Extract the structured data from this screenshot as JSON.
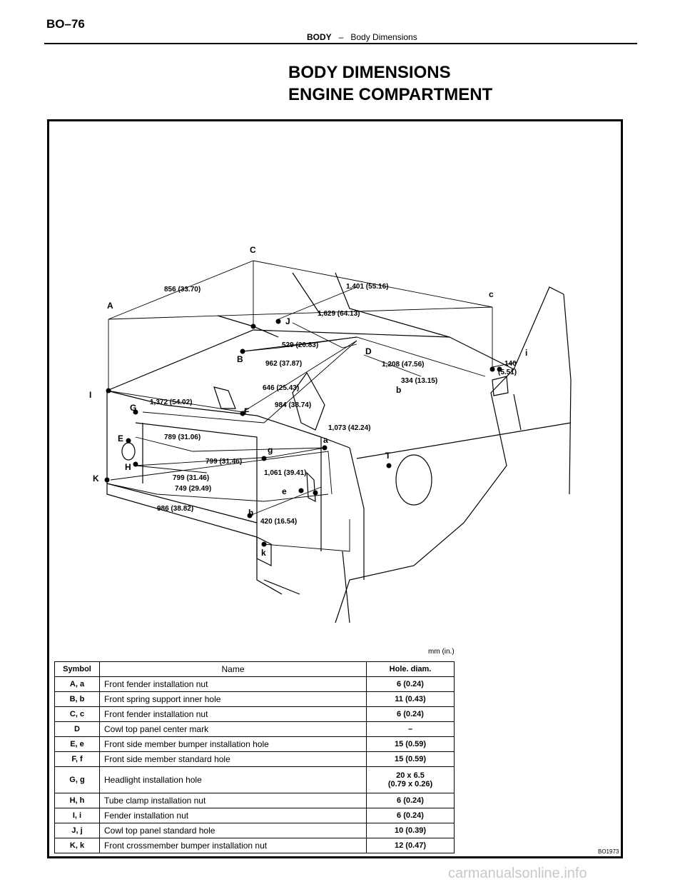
{
  "header": {
    "page_number": "BO–76",
    "section": "BODY",
    "separator": "–",
    "subsection": "Body Dimensions"
  },
  "title": {
    "line1": "BODY DIMENSIONS",
    "line2": "ENGINE COMPARTMENT"
  },
  "diagram": {
    "points": [
      "A",
      "B",
      "C",
      "D",
      "E",
      "F",
      "G",
      "H",
      "I",
      "J",
      "K",
      "a",
      "b",
      "c",
      "e",
      "g",
      "h",
      "i",
      "k",
      "T"
    ],
    "dimensions": [
      "856 (33.70)",
      "1,401 (55.16)",
      "1,629 (64.13)",
      "529 (20.83)",
      "962 (37.87)",
      "1,208 (47.56)",
      "140",
      "(5.51)",
      "334 (13.15)",
      "646 (25.43)",
      "1,372 (54.02)",
      "984 (38.74)",
      "1,073 (42.24)",
      "789 (31.06)",
      "799 (31.46)",
      "799 (31.46)",
      "1,061 (39.41)",
      "749 (29.49)",
      "986 (38.82)",
      "420 (16.54)"
    ]
  },
  "units": "mm (in.)",
  "table": {
    "headers": {
      "symbol": "Symbol",
      "name": "Name",
      "hole": "Hole. diam."
    },
    "rows": [
      {
        "symbol": "A, a",
        "name": "Front fender installation nut",
        "hole": "6 (0.24)"
      },
      {
        "symbol": "B, b",
        "name": "Front spring support inner hole",
        "hole": "11 (0.43)"
      },
      {
        "symbol": "C, c",
        "name": "Front fender installation nut",
        "hole": "6 (0.24)"
      },
      {
        "symbol": "D",
        "name": "Cowl top panel center mark",
        "hole": "–"
      },
      {
        "symbol": "E, e",
        "name": "Front side member bumper installation hole",
        "hole": "15 (0.59)"
      },
      {
        "symbol": "F, f",
        "name": "Front side member standard hole",
        "hole": "15 (0.59)"
      },
      {
        "symbol": "G, g",
        "name": "Headlight installation hole",
        "hole": "20 x 6.5",
        "hole2": "(0.79 x 0.26)"
      },
      {
        "symbol": "H, h",
        "name": "Tube clamp installation nut",
        "hole": "6 (0.24)"
      },
      {
        "symbol": "I, i",
        "name": "Fender installation nut",
        "hole": "6 (0.24)"
      },
      {
        "symbol": "J, j",
        "name": "Cowl top panel standard hole",
        "hole": "10 (0.39)"
      },
      {
        "symbol": "K, k",
        "name": "Front crossmember bumper installation nut",
        "hole": "12 (0.47)"
      }
    ]
  },
  "figure_code": "BO1973",
  "watermark": "carmanualsonline.info"
}
